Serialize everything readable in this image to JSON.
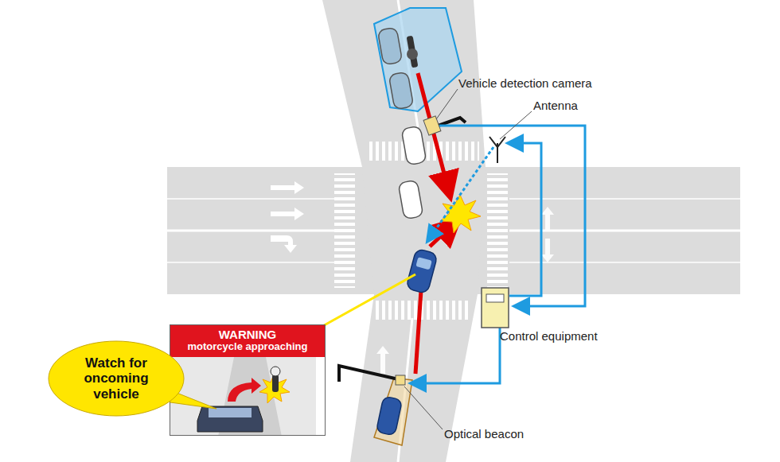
{
  "diagram": {
    "nodes": [
      {
        "text": [
          "WARNING",
          "motorcycle approaching"
        ]
      },
      {
        "text": [
          "Watch for oncoming vehicle"
        ]
      }
    ],
    "labels": [
      "Vehicle detection camera",
      "Antenna",
      "Control equipment",
      "Optical beacon"
    ]
  }
}
